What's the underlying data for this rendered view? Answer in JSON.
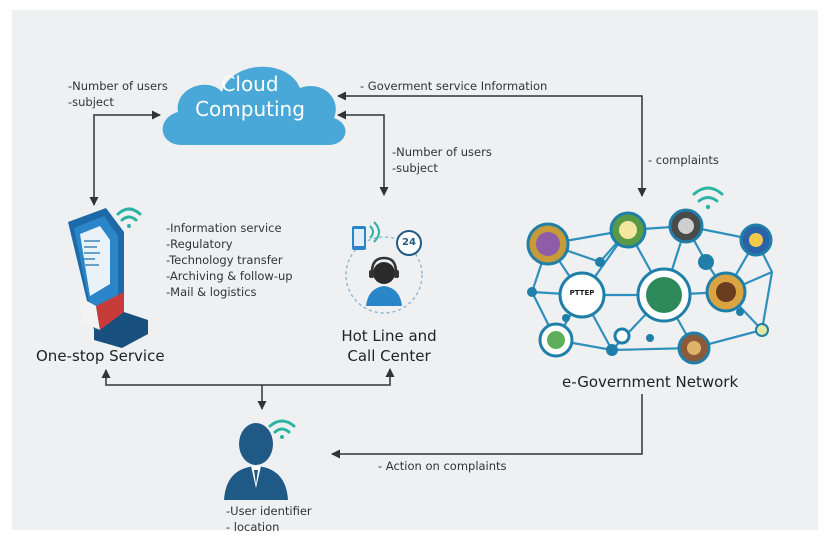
{
  "cloud": {
    "title": "Cloud\nComputing"
  },
  "edges": {
    "onestop_to_cloud": "-Number of users\n-subject",
    "cloud_to_hotline": "-Number of users\n-subject",
    "gov_info": "- Goverment service Information",
    "complaints": "- complaints",
    "action": "- Action on complaints"
  },
  "nodes": {
    "onestop": {
      "label": "One-stop Service",
      "services": "-Information service\n-Regulatory\n-Technology transfer\n-Archiving & follow-up\n-Mail & logistics"
    },
    "hotline": {
      "label": "Hot Line and\nCall Center",
      "badge": "24"
    },
    "egov": {
      "label": "e-Government Network",
      "logo_text": "PTTEP"
    },
    "user": {
      "details": "-User identifier\n- location"
    }
  },
  "colors": {
    "cloud": "#4aa8d8",
    "network_line": "#2f8fbd",
    "node_fill": "#1f7fa8",
    "wifi": "#2bb3a3",
    "arrow": "#333333",
    "user": "#1f5a86"
  }
}
